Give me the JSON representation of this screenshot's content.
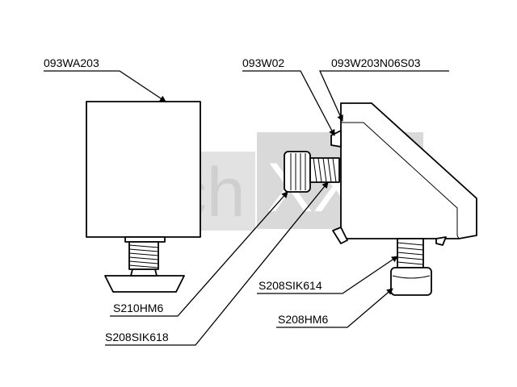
{
  "watermark": {
    "left_text": "Tech",
    "right_text": "XXL",
    "color": "#cfcfcf"
  },
  "labels": {
    "wa203": "093WA203",
    "w02": "093W02",
    "w203n": "093W203N06S03",
    "s210hm6": "S210HM6",
    "s208sik618": "S208SIK618",
    "s208sik614": "S208SIK614",
    "s208hm6": "S208HM6"
  }
}
